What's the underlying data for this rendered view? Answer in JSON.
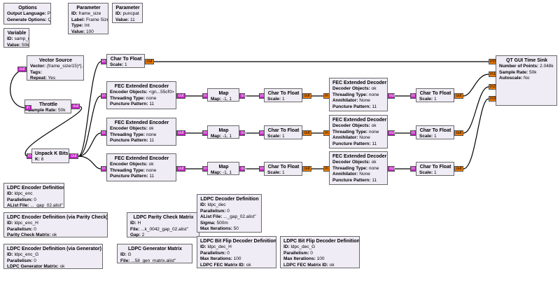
{
  "blocks": {
    "options": {
      "title": "Options",
      "rows": [
        {
          "k": "Output Language:",
          "v": "Python"
        },
        {
          "k": "Generate Options:",
          "v": "QT GUI"
        }
      ]
    },
    "param_frame": {
      "title": "Parameter",
      "rows": [
        {
          "k": "ID:",
          "v": "frame_size"
        },
        {
          "k": "Label:",
          "v": "Frame Size"
        },
        {
          "k": "Type:",
          "v": "Int"
        },
        {
          "k": "Value:",
          "v": "100"
        }
      ]
    },
    "param_punc": {
      "title": "Parameter",
      "rows": [
        {
          "k": "ID:",
          "v": "puncpat"
        },
        {
          "k": "Value:",
          "v": "11"
        }
      ]
    },
    "variable": {
      "title": "Variable",
      "rows": [
        {
          "k": "ID:",
          "v": "samp_rate"
        },
        {
          "k": "Value:",
          "v": "50k"
        }
      ]
    },
    "vector_source": {
      "title": "Vector Source",
      "rows": [
        {
          "k": "Vector:",
          "v": "(frame_size/15)*[..."
        },
        {
          "k": "Tags:",
          "v": ""
        },
        {
          "k": "Repeat:",
          "v": "Yes"
        }
      ]
    },
    "throttle": {
      "title": "Throttle",
      "rows": [
        {
          "k": "Sample Rate:",
          "v": "50k"
        }
      ]
    },
    "unpack": {
      "title": "Unpack K Bits",
      "rows": [
        {
          "k": "K:",
          "v": "8"
        }
      ]
    },
    "ctf0": {
      "title": "Char To Float",
      "rows": [
        {
          "k": "Scale:",
          "v": "1"
        }
      ]
    },
    "enc1": {
      "title": "FEC Extended Encoder",
      "rows": [
        {
          "k": "Encoder Objects:",
          "v": "<gn...55cf0>"
        },
        {
          "k": "Threading Type:",
          "v": "none"
        },
        {
          "k": "Puncture Pattern:",
          "v": "11"
        }
      ]
    },
    "enc2": {
      "title": "FEC Extended Encoder",
      "rows": [
        {
          "k": "Encoder Objects:",
          "v": "ok"
        },
        {
          "k": "Threading Type:",
          "v": "none"
        },
        {
          "k": "Puncture Pattern:",
          "v": "11"
        }
      ]
    },
    "enc3": {
      "title": "FEC Extended Encoder",
      "rows": [
        {
          "k": "Encoder Objects:",
          "v": "ok"
        },
        {
          "k": "Threading Type:",
          "v": "none"
        },
        {
          "k": "Puncture Pattern:",
          "v": "11"
        }
      ]
    },
    "map1": {
      "title": "Map",
      "rows": [
        {
          "k": "Map:",
          "v": "-1, 1"
        }
      ]
    },
    "map2": {
      "title": "Map",
      "rows": [
        {
          "k": "Map:",
          "v": "-1, 1"
        }
      ]
    },
    "map3": {
      "title": "Map",
      "rows": [
        {
          "k": "Map:",
          "v": "-1, 1"
        }
      ]
    },
    "ctf1": {
      "title": "Char To Float",
      "rows": [
        {
          "k": "Scale:",
          "v": "1"
        }
      ]
    },
    "ctf2": {
      "title": "Char To Float",
      "rows": [
        {
          "k": "Scale:",
          "v": "1"
        }
      ]
    },
    "ctf3": {
      "title": "Char To Float",
      "rows": [
        {
          "k": "Scale:",
          "v": "1"
        }
      ]
    },
    "dec1": {
      "title": "FEC Extended Decoder",
      "rows": [
        {
          "k": "Decoder Objects:",
          "v": "ok"
        },
        {
          "k": "Threading Type:",
          "v": "none"
        },
        {
          "k": "Annihilator:",
          "v": "None"
        },
        {
          "k": "Puncture Pattern:",
          "v": "11"
        }
      ]
    },
    "dec2": {
      "title": "FEC Extended Decoder",
      "rows": [
        {
          "k": "Decoder Objects:",
          "v": "ok"
        },
        {
          "k": "Threading Type:",
          "v": "none"
        },
        {
          "k": "Annihilator:",
          "v": "None"
        },
        {
          "k": "Puncture Pattern:",
          "v": "11"
        }
      ]
    },
    "dec3": {
      "title": "FEC Extended Decoder",
      "rows": [
        {
          "k": "Decoder Objects:",
          "v": "ok"
        },
        {
          "k": "Threading Type:",
          "v": "none"
        },
        {
          "k": "Annihilator:",
          "v": "None"
        },
        {
          "k": "Puncture Pattern:",
          "v": "11"
        }
      ]
    },
    "ctf4": {
      "title": "Char To Float",
      "rows": [
        {
          "k": "Scale:",
          "v": "1"
        }
      ]
    },
    "ctf5": {
      "title": "Char To Float",
      "rows": [
        {
          "k": "Scale:",
          "v": "1"
        }
      ]
    },
    "ctf6": {
      "title": "Char To Float",
      "rows": [
        {
          "k": "Scale:",
          "v": "1"
        }
      ]
    },
    "sink": {
      "title": "QT GUI Time Sink",
      "rows": [
        {
          "k": "Number of Points:",
          "v": "2.048k"
        },
        {
          "k": "Sample Rate:",
          "v": "50k"
        },
        {
          "k": "Autoscale:",
          "v": "No"
        }
      ]
    },
    "ldpc_enc": {
      "title": "LDPC Encoder Definition",
      "rows": [
        {
          "k": "ID:",
          "v": "ldpc_enc"
        },
        {
          "k": "Parallelism:",
          "v": "0"
        },
        {
          "k": "AList File:",
          "v": "..._gap_02.alist\""
        }
      ]
    },
    "ldpc_enc_h": {
      "title": "LDPC Encoder Definition (via Parity Check)",
      "rows": [
        {
          "k": "ID:",
          "v": "ldpc_enc_H"
        },
        {
          "k": "Parallelism:",
          "v": "0"
        },
        {
          "k": "Parity Check Matrix:",
          "v": "ok"
        }
      ]
    },
    "ldpc_enc_g": {
      "title": "LDPC Encoder Definition (via Generator)",
      "rows": [
        {
          "k": "ID:",
          "v": "ldpc_enc_G"
        },
        {
          "k": "Parallelism:",
          "v": "0"
        },
        {
          "k": "LDPC Generator Matrix:",
          "v": "ok"
        }
      ]
    },
    "ldpc_pcm": {
      "title": "LDPC Parity Check Matrix",
      "rows": [
        {
          "k": "ID:",
          "v": "H"
        },
        {
          "k": "File:",
          "v": "...k_0042_gap_02.alist\""
        },
        {
          "k": "Gap:",
          "v": "2"
        }
      ]
    },
    "ldpc_gen": {
      "title": "LDPC Generator Matrix",
      "rows": [
        {
          "k": "ID:",
          "v": "G"
        },
        {
          "k": "File:",
          "v": "...58_gen_matrix.alist\""
        }
      ]
    },
    "ldpc_dec": {
      "title": "LDPC Decoder Definition",
      "rows": [
        {
          "k": "ID:",
          "v": "ldpc_dec"
        },
        {
          "k": "Parallelism:",
          "v": "0"
        },
        {
          "k": "AList File:",
          "v": "..._gap_02.alist\""
        },
        {
          "k": "Sigma:",
          "v": "500m"
        },
        {
          "k": "Max Iterations:",
          "v": "50"
        }
      ]
    },
    "bf_h": {
      "title": "LDPC Bit Flip Decoder Definition",
      "rows": [
        {
          "k": "ID:",
          "v": "ldpc_dec_H"
        },
        {
          "k": "Parallelism:",
          "v": "0"
        },
        {
          "k": "Max Iterations:",
          "v": "100"
        },
        {
          "k": "LDPC FEC Matrix ID:",
          "v": "ok"
        }
      ]
    },
    "bf_g": {
      "title": "LDPC Bit Flip Decoder Definition",
      "rows": [
        {
          "k": "ID:",
          "v": "ldpc_dec_G"
        },
        {
          "k": "Parallelism:",
          "v": "0"
        },
        {
          "k": "Max Iterations:",
          "v": "100"
        },
        {
          "k": "LDPC FEC Matrix ID:",
          "v": "ok"
        }
      ]
    }
  },
  "ports": {
    "out": "out",
    "in": "in",
    "in0": "in0",
    "in1": "in1",
    "in2": "in2",
    "in3": "in3"
  },
  "colors": {
    "block_bg": "#f0ecf6",
    "byte_port": "#c41ec4",
    "float_port": "#f07a00"
  }
}
